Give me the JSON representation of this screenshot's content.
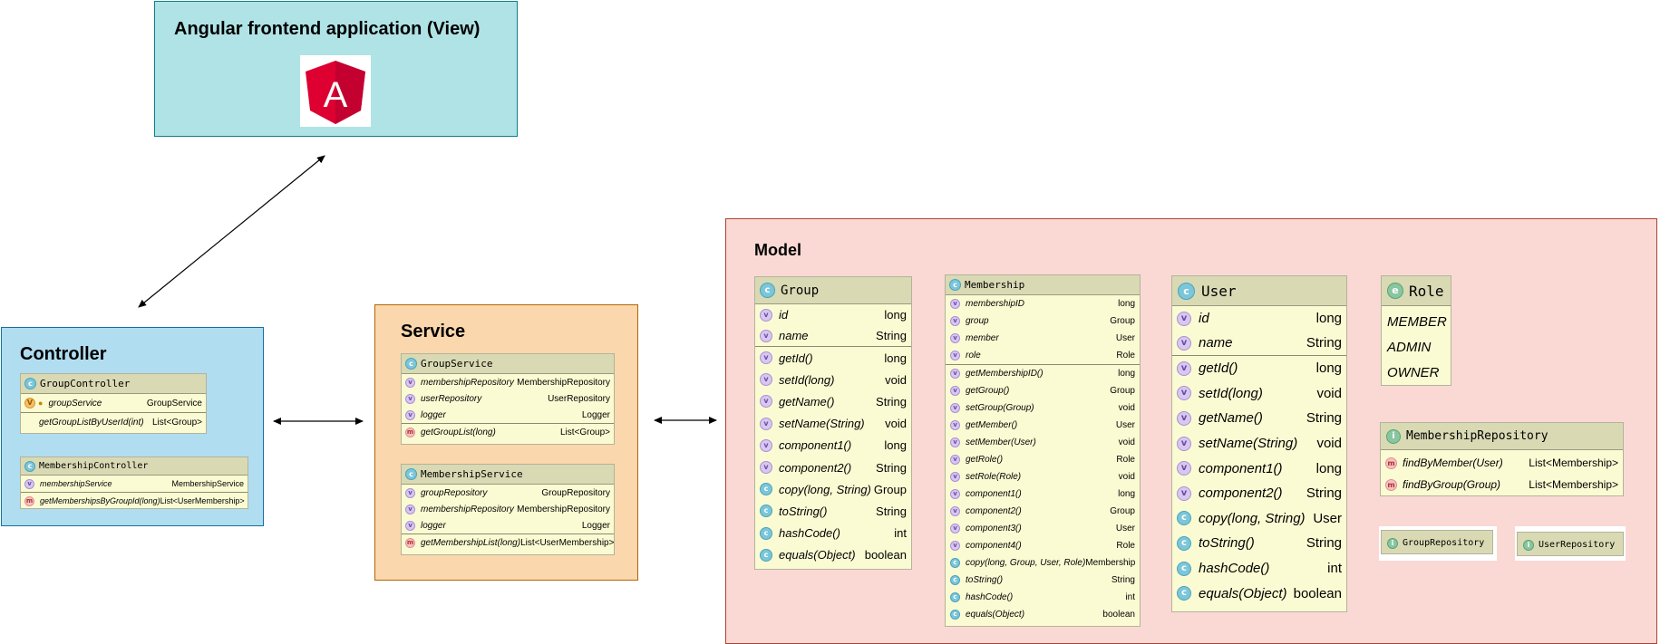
{
  "view": {
    "title": "Angular frontend application (View)",
    "logo_letter": "A",
    "logo_icon": "angular-logo-icon",
    "colors": {
      "fill": "#b0e3e6",
      "logo": "#dd0031"
    }
  },
  "controller": {
    "title": "Controller",
    "colors": {
      "fill": "#b1ddf0"
    },
    "group_controller": {
      "name": "GroupController",
      "fields": [
        {
          "name": "groupService",
          "type": "GroupService"
        }
      ],
      "methods": [
        {
          "name": "getGroupListByUserId(int)",
          "type": "List<Group>"
        }
      ]
    },
    "membership_controller": {
      "name": "MembershipController",
      "fields": [
        {
          "name": "membershipService",
          "type": "MembershipService"
        }
      ],
      "methods": [
        {
          "name": "getMembershipsByGroupId(long)",
          "type": "List<UserMembership>"
        }
      ]
    }
  },
  "service": {
    "title": "Service",
    "colors": {
      "fill": "#fad7ac"
    },
    "group_service": {
      "name": "GroupService",
      "fields": [
        {
          "name": "membershipRepository",
          "type": "MembershipRepository"
        },
        {
          "name": "userRepository",
          "type": "UserRepository"
        },
        {
          "name": "logger",
          "type": "Logger"
        }
      ],
      "methods": [
        {
          "name": "getGroupList(long)",
          "type": "List<Group>"
        }
      ]
    },
    "membership_service": {
      "name": "MembershipService",
      "fields": [
        {
          "name": "groupRepository",
          "type": "GroupRepository"
        },
        {
          "name": "membershipRepository",
          "type": "MembershipRepository"
        },
        {
          "name": "logger",
          "type": "Logger"
        }
      ],
      "methods": [
        {
          "name": "getMembershipList(long)",
          "type": "List<UserMembership>"
        }
      ]
    }
  },
  "model": {
    "title": "Model",
    "colors": {
      "fill": "#fad9d5"
    },
    "group": {
      "name": "Group",
      "fields": [
        {
          "name": "id",
          "type": "long"
        },
        {
          "name": "name",
          "type": "String"
        }
      ],
      "methods": [
        {
          "name": "getId()",
          "type": "long",
          "icon": "v"
        },
        {
          "name": "setId(long)",
          "type": "void",
          "icon": "v"
        },
        {
          "name": "getName()",
          "type": "String",
          "icon": "v"
        },
        {
          "name": "setName(String)",
          "type": "void",
          "icon": "v"
        },
        {
          "name": "component1()",
          "type": "long",
          "icon": "v"
        },
        {
          "name": "component2()",
          "type": "String",
          "icon": "v"
        },
        {
          "name": "copy(long, String)",
          "type": "Group",
          "icon": "c"
        },
        {
          "name": "toString()",
          "type": "String",
          "icon": "c"
        },
        {
          "name": "hashCode()",
          "type": "int",
          "icon": "c"
        },
        {
          "name": "equals(Object)",
          "type": "boolean",
          "icon": "c"
        }
      ]
    },
    "membership": {
      "name": "Membership",
      "fields": [
        {
          "name": "membershipID",
          "type": "long"
        },
        {
          "name": "group",
          "type": "Group"
        },
        {
          "name": "member",
          "type": "User"
        },
        {
          "name": "role",
          "type": "Role"
        }
      ],
      "methods": [
        {
          "name": "getMembershipID()",
          "type": "long",
          "icon": "v"
        },
        {
          "name": "getGroup()",
          "type": "Group",
          "icon": "v"
        },
        {
          "name": "setGroup(Group)",
          "type": "void",
          "icon": "v"
        },
        {
          "name": "getMember()",
          "type": "User",
          "icon": "v"
        },
        {
          "name": "setMember(User)",
          "type": "void",
          "icon": "v"
        },
        {
          "name": "getRole()",
          "type": "Role",
          "icon": "v"
        },
        {
          "name": "setRole(Role)",
          "type": "void",
          "icon": "v"
        },
        {
          "name": "component1()",
          "type": "long",
          "icon": "v"
        },
        {
          "name": "component2()",
          "type": "Group",
          "icon": "v"
        },
        {
          "name": "component3()",
          "type": "User",
          "icon": "v"
        },
        {
          "name": "component4()",
          "type": "Role",
          "icon": "v"
        },
        {
          "name": "copy(long, Group, User, Role)",
          "type": "Membership",
          "icon": "c"
        },
        {
          "name": "toString()",
          "type": "String",
          "icon": "c"
        },
        {
          "name": "hashCode()",
          "type": "int",
          "icon": "c"
        },
        {
          "name": "equals(Object)",
          "type": "boolean",
          "icon": "c"
        }
      ]
    },
    "user": {
      "name": "User",
      "fields": [
        {
          "name": "id",
          "type": "long"
        },
        {
          "name": "name",
          "type": "String"
        }
      ],
      "methods": [
        {
          "name": "getId()",
          "type": "long",
          "icon": "v"
        },
        {
          "name": "setId(long)",
          "type": "void",
          "icon": "v"
        },
        {
          "name": "getName()",
          "type": "String",
          "icon": "v"
        },
        {
          "name": "setName(String)",
          "type": "void",
          "icon": "v"
        },
        {
          "name": "component1()",
          "type": "long",
          "icon": "v"
        },
        {
          "name": "component2()",
          "type": "String",
          "icon": "v"
        },
        {
          "name": "copy(long, String)",
          "type": "User",
          "icon": "c"
        },
        {
          "name": "toString()",
          "type": "String",
          "icon": "c"
        },
        {
          "name": "hashCode()",
          "type": "int",
          "icon": "c"
        },
        {
          "name": "equals(Object)",
          "type": "boolean",
          "icon": "c"
        }
      ]
    },
    "role": {
      "name": "Role",
      "values": [
        "MEMBER",
        "ADMIN",
        "OWNER"
      ]
    },
    "membership_repository": {
      "name": "MembershipRepository",
      "methods": [
        {
          "name": "findByMember(User)",
          "type": "List<Membership>"
        },
        {
          "name": "findByGroup(Group)",
          "type": "List<Membership>"
        }
      ]
    },
    "group_repository": {
      "name": "GroupRepository"
    },
    "user_repository": {
      "name": "UserRepository"
    }
  },
  "connectors": [
    {
      "from": "view",
      "to": "controller",
      "style": "double-arrow"
    },
    {
      "from": "controller",
      "to": "service",
      "style": "double-arrow"
    },
    {
      "from": "service",
      "to": "model",
      "style": "double-arrow"
    }
  ]
}
